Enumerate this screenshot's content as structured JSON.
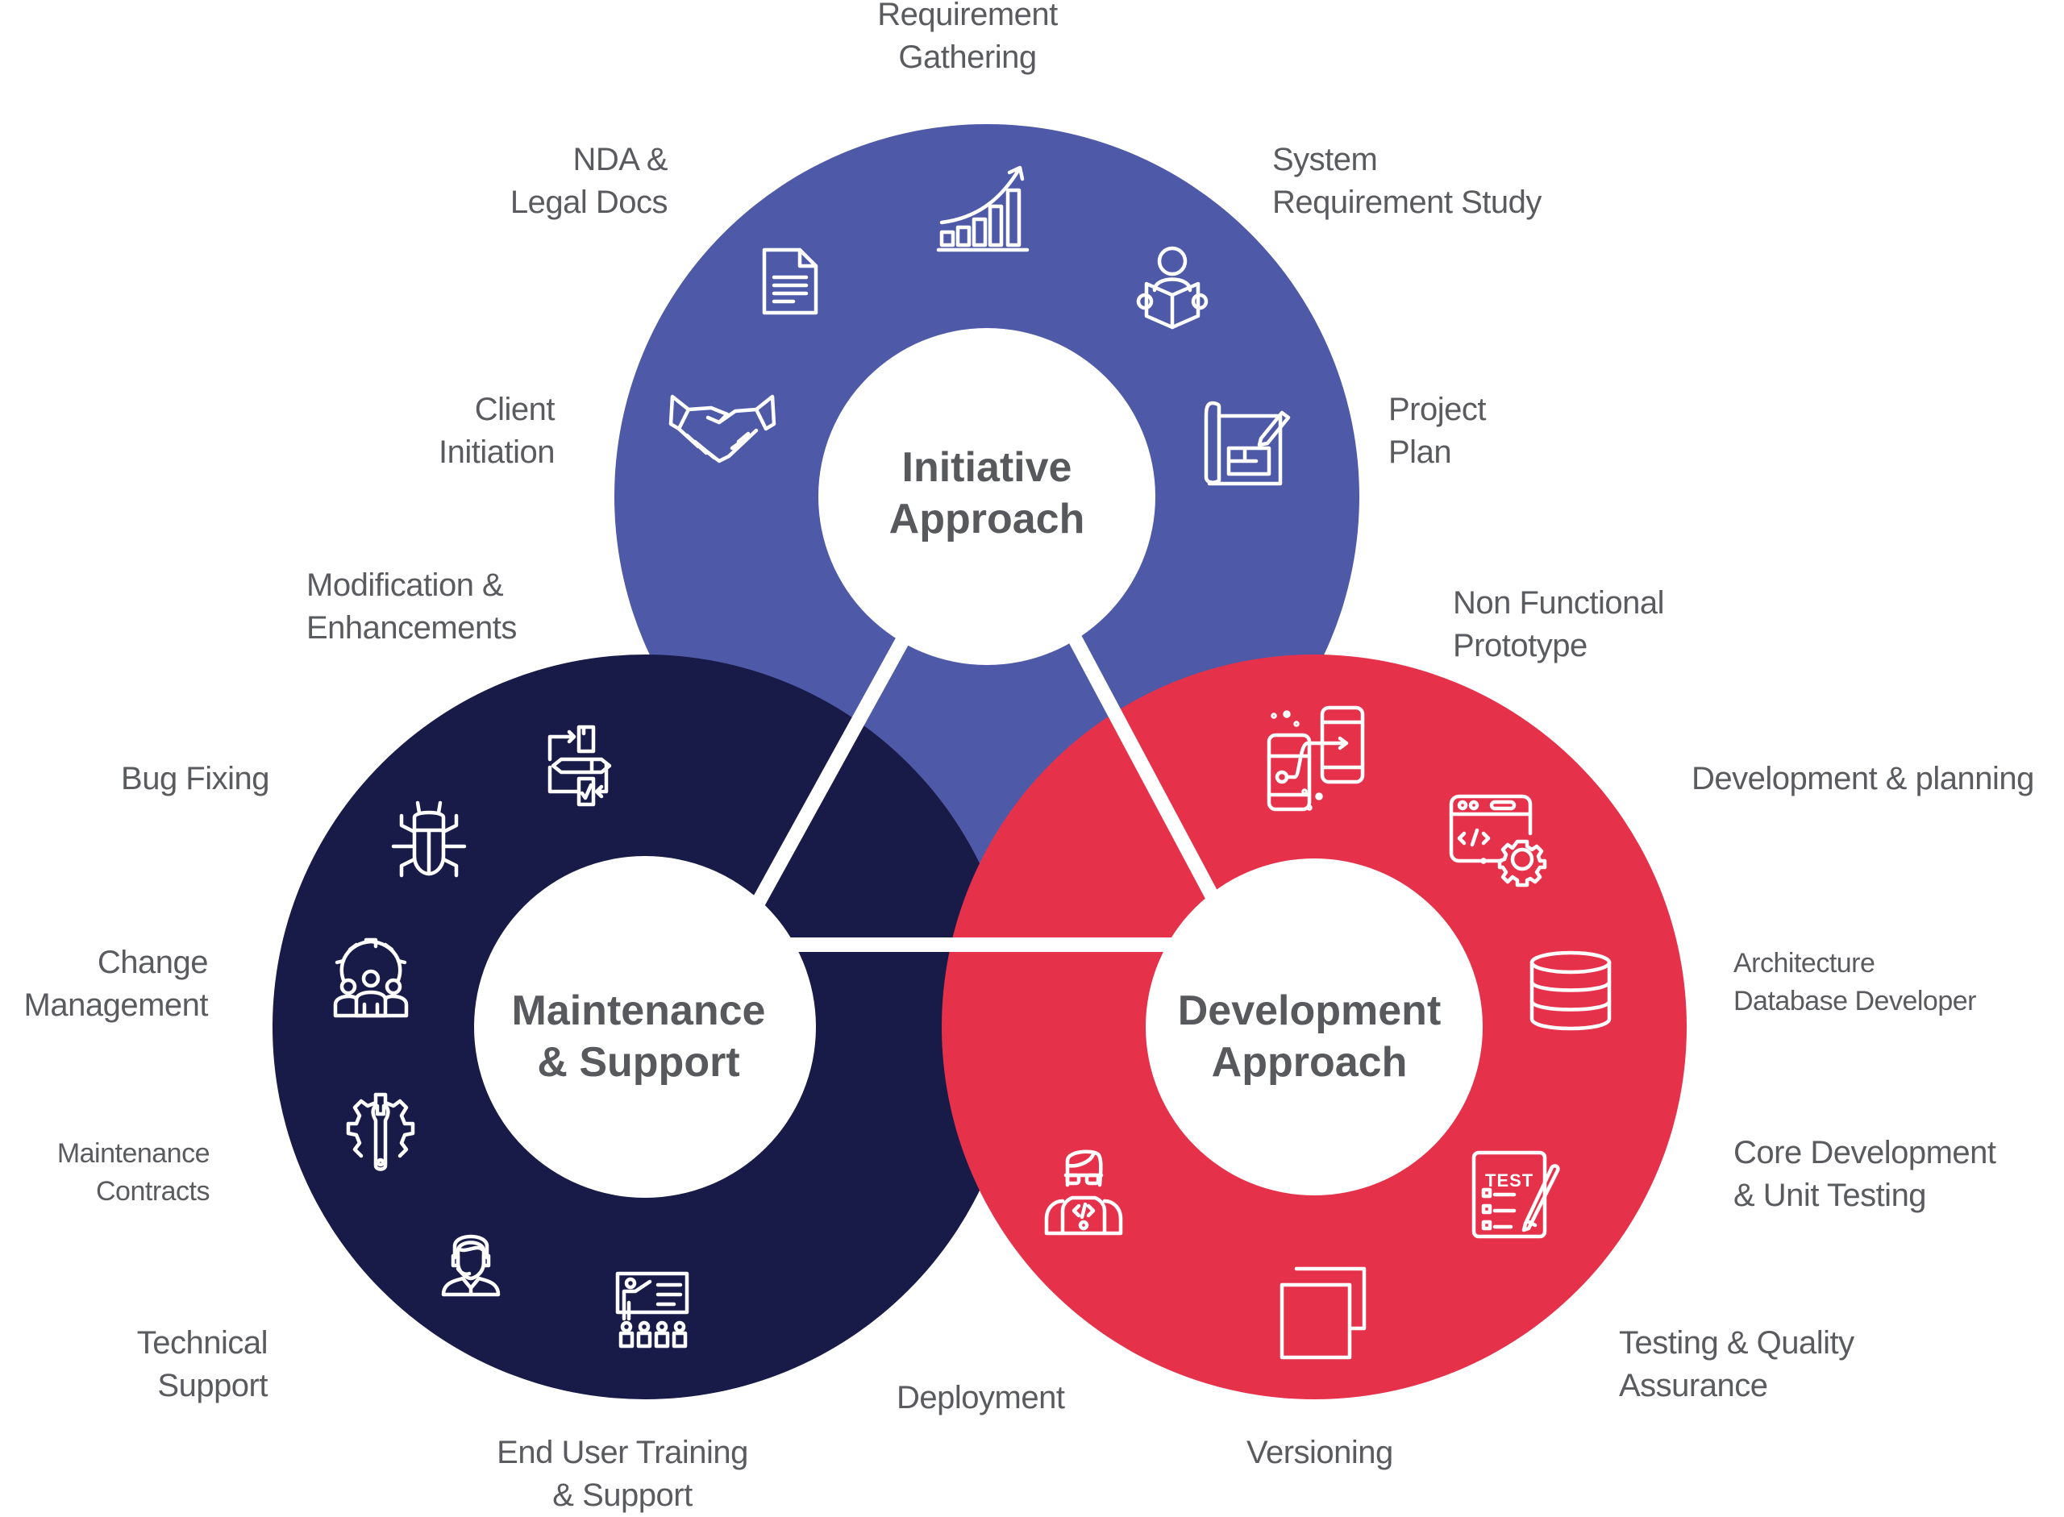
{
  "colors": {
    "initiative": "#4e5aa7",
    "maintenance": "#181a47",
    "development": "#e6314a",
    "label_text": "#5a5b5e",
    "hub_text": "#58595c",
    "icon_stroke": "#ffffff"
  },
  "hubs": {
    "initiative": "Initiative\nApproach",
    "maintenance": "Maintenance\n& Support",
    "development": "Development\nApproach"
  },
  "labels": {
    "requirement_gathering": "Requirement\nGathering",
    "nda_legal_docs": "NDA &\nLegal Docs",
    "system_requirement_study": "System\nRequirement Study",
    "client_initiation": "Client\nInitiation",
    "project_plan": "Project\nPlan",
    "modification_enhancements": "Modification &\nEnhancements",
    "non_functional_prototype": "Non Functional\nPrototype",
    "bug_fixing": "Bug Fixing",
    "development_planning": "Development & planning",
    "change_management": "Change\nManagement",
    "architecture_database": "Architecture\nDatabase Developer",
    "maintenance_contracts": "Maintenance\nContracts",
    "core_development_unit_testing": "Core Development\n& Unit Testing",
    "technical_support": "Technical\nSupport",
    "testing_quality_assurance": "Testing & Quality\nAssurance",
    "deployment": "Deployment",
    "end_user_training": "End User Training\n& Support",
    "versioning": "Versioning"
  },
  "icons": {
    "initiative": [
      "handshake-icon",
      "document-icon",
      "growth-chart-icon",
      "reading-person-icon",
      "blueprint-icon"
    ],
    "maintenance": [
      "workflow-icon",
      "bug-icon",
      "team-gear-icon",
      "wrench-gear-icon",
      "support-agent-icon",
      "training-icon"
    ],
    "development": [
      "prototype-icon",
      "code-settings-icon",
      "database-icon",
      "test-checklist-icon",
      "versions-icon",
      "developer-icon"
    ],
    "test_text": "TEST"
  }
}
